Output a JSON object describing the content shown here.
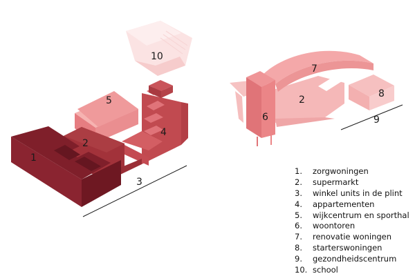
{
  "blocks": {
    "b1": "1",
    "b2": "2",
    "b3": "3",
    "b4": "4",
    "b5": "5",
    "b6": "6",
    "b7": "7",
    "b8": "8",
    "b9": "9",
    "b10": "10",
    "r2": "2"
  },
  "legend": [
    {
      "num": "1.",
      "label": "zorgwoningen"
    },
    {
      "num": "2.",
      "label": "supermarkt"
    },
    {
      "num": "3.",
      "label": "winkel units in de plint"
    },
    {
      "num": "4.",
      "label": "appartementen"
    },
    {
      "num": "5.",
      "label": "wijkcentrum en sporthal"
    },
    {
      "num": "6.",
      "label": "woontoren"
    },
    {
      "num": "7.",
      "label": "renovatie woningen"
    },
    {
      "num": "8.",
      "label": "starterswoningen"
    },
    {
      "num": "9.",
      "label": "gezondheidscentrum"
    },
    {
      "num": "10.",
      "label": "school"
    }
  ],
  "colors": {
    "dark_red": "#7a1d28",
    "mid_red": "#a83a3f",
    "salmon": "#e98589",
    "light_pink": "#f4b4b3",
    "pale_pink": "#f8d3d3"
  }
}
